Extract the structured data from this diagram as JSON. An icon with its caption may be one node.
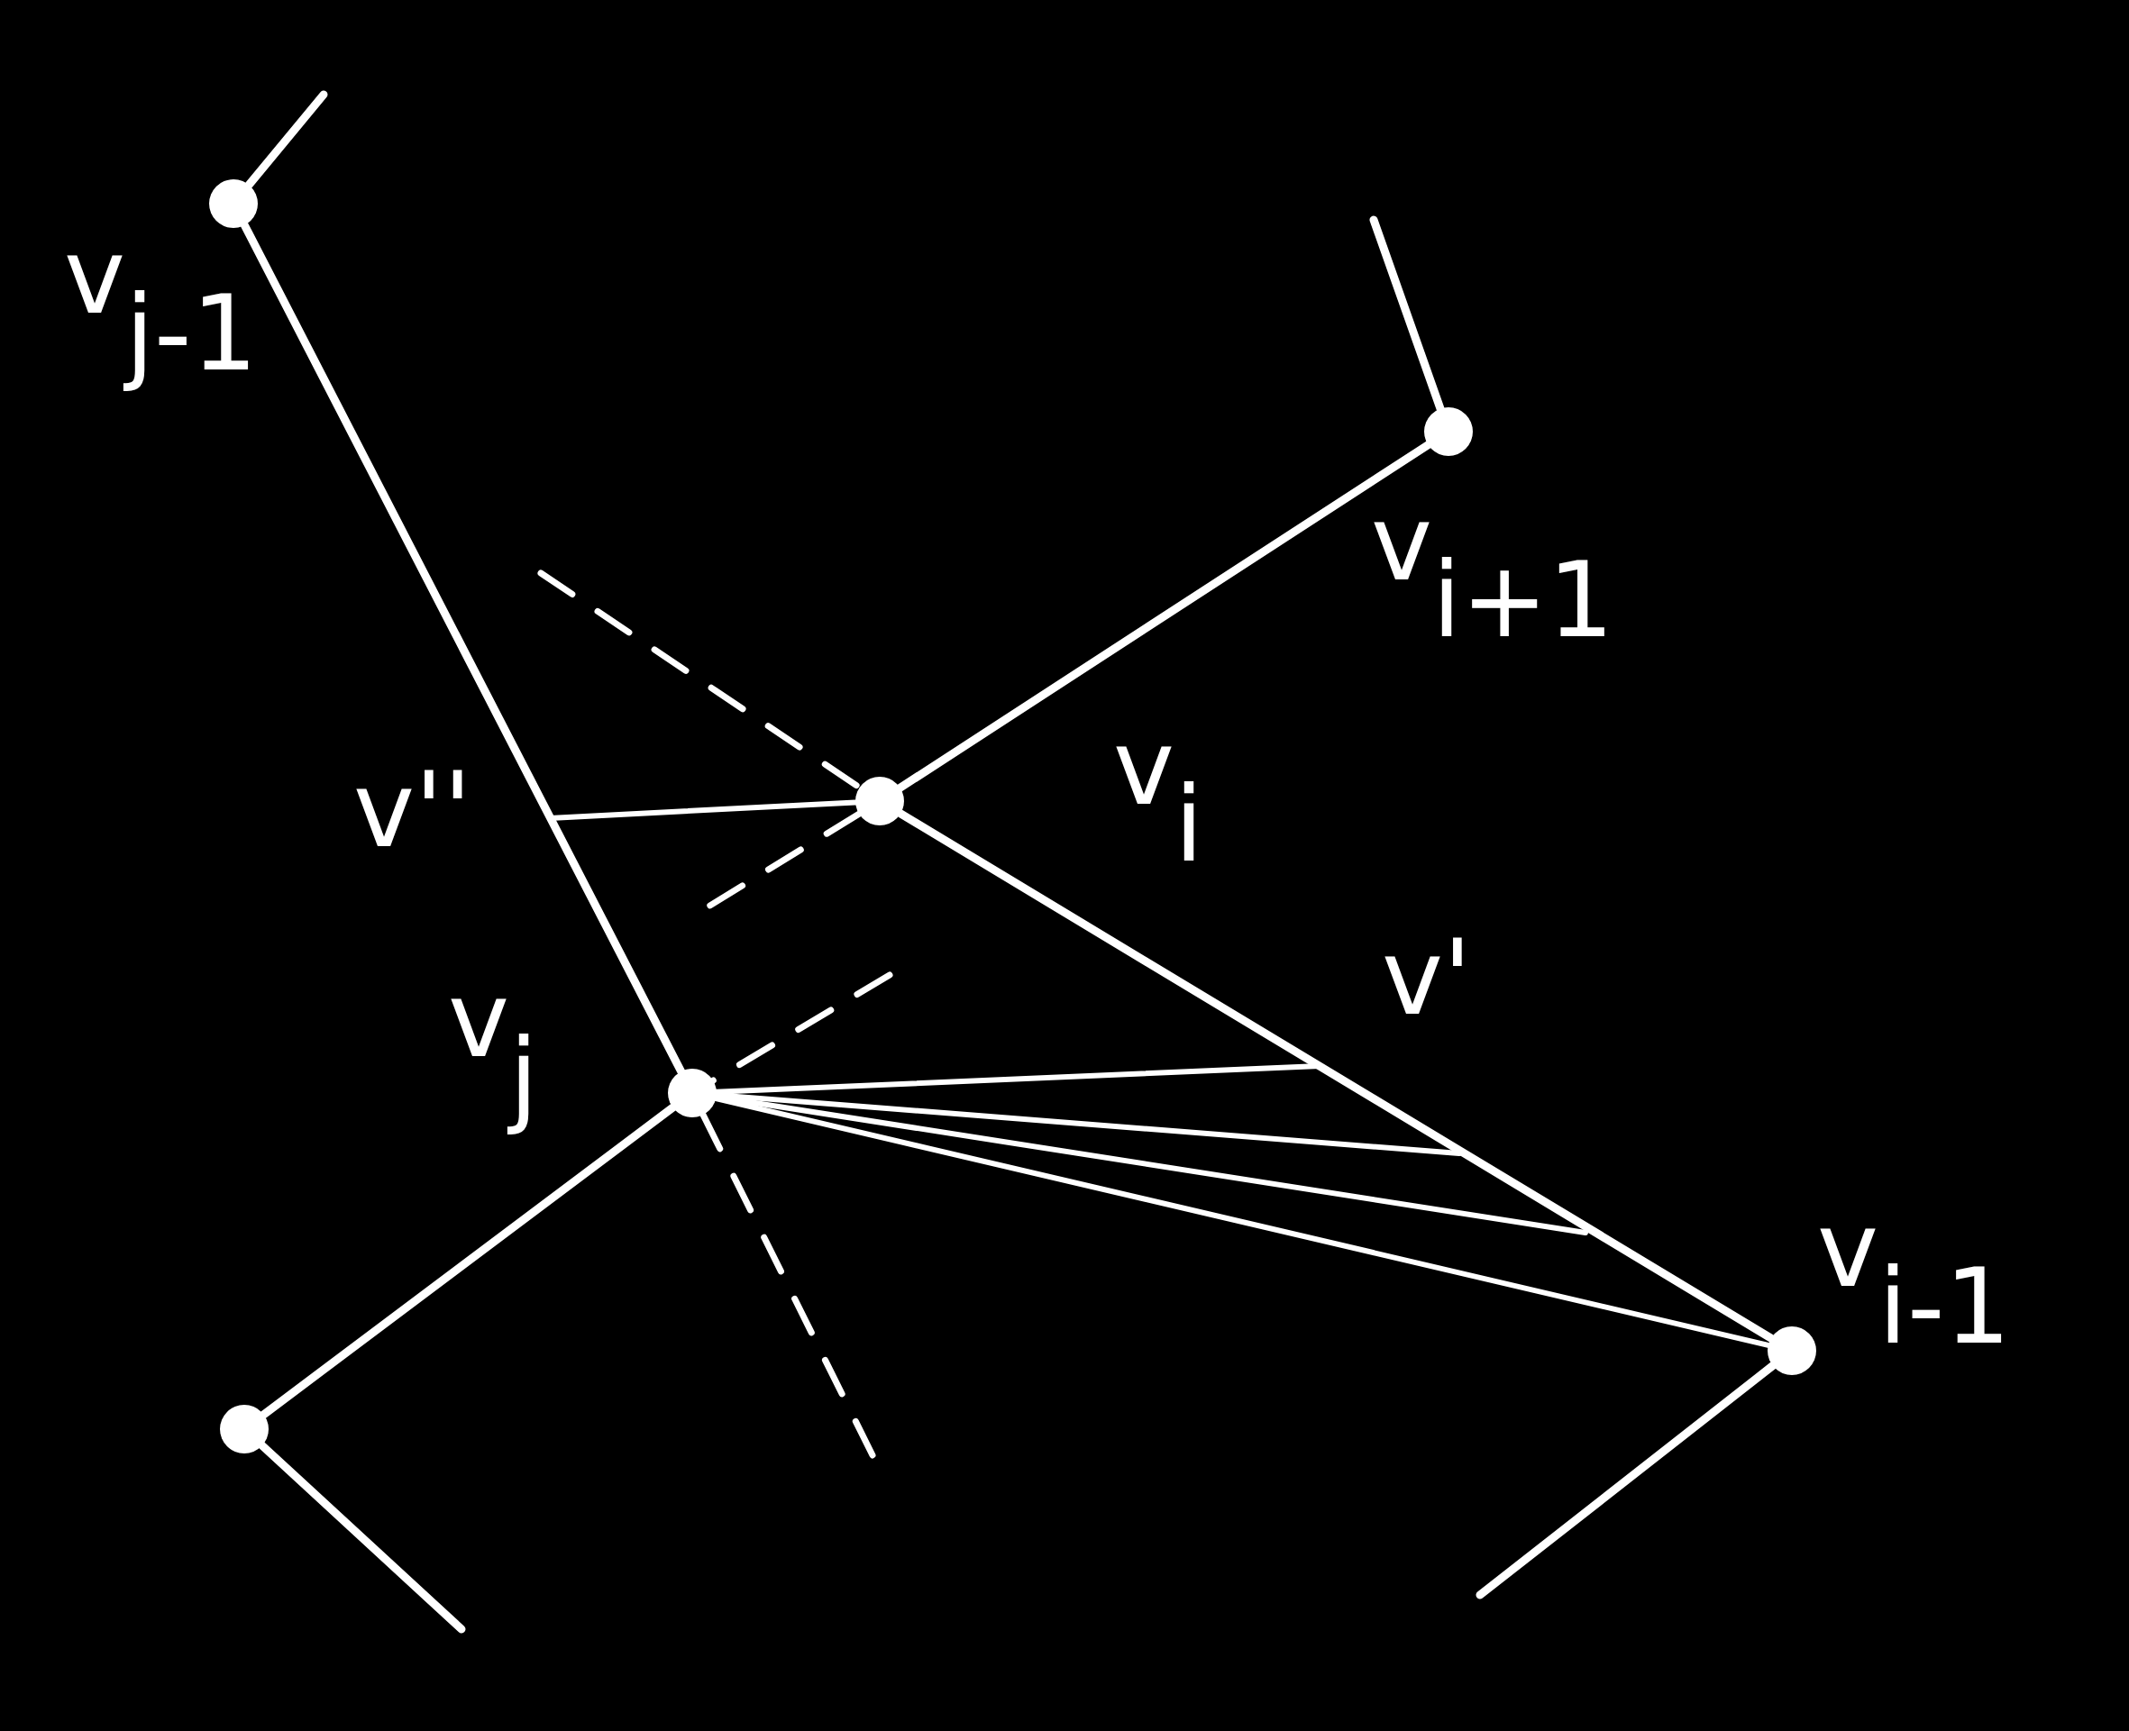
{
  "diagram": {
    "nodes": [
      {
        "text": [],
        "shape": "circle",
        "beside": [
          "v$_{j-1}$"
        ]
      },
      {
        "text": [],
        "shape": "circle",
        "beside": [
          "v$_{i+1}$"
        ]
      },
      {
        "text": [],
        "shape": "circle",
        "beside": [
          "v$_{i}$"
        ]
      },
      {
        "text": [],
        "shape": "circle",
        "beside": [
          "v$_{j}$"
        ]
      },
      {
        "text": [],
        "shape": "circle"
      },
      {
        "text": [],
        "shape": "circle",
        "beside": [
          "v$_{i-1}$"
        ]
      }
    ],
    "edges": [
      {
        "from": null,
        "to": 0,
        "arrow": "none"
      },
      {
        "from": 0,
        "to": 3,
        "arrow": "none"
      },
      {
        "from": null,
        "to": 1,
        "arrow": "none"
      },
      {
        "from": 1,
        "to": 2,
        "arrow": "none"
      },
      {
        "from": 2,
        "to": 5,
        "arrow": "none"
      },
      {
        "from": 3,
        "to": 4,
        "arrow": "none"
      },
      {
        "from": 4,
        "to": null,
        "arrow": "none"
      },
      {
        "from": 5,
        "to": null,
        "arrow": "none"
      },
      {
        "from": 2,
        "to": null,
        "arrow": "none"
      },
      {
        "from": 3,
        "to": null,
        "arrow": "none"
      },
      {
        "from": 3,
        "to": null,
        "arrow": "none"
      },
      {
        "from": 3,
        "to": null,
        "arrow": "none"
      },
      {
        "from": 3,
        "to": 5,
        "arrow": "none"
      },
      {
        "from": null,
        "to": 2,
        "arrow": "none",
        "style": "dashed"
      },
      {
        "from": 2,
        "to": null,
        "arrow": "none",
        "style": "dashed"
      },
      {
        "from": null,
        "to": 3,
        "arrow": "none",
        "style": "dashed"
      },
      {
        "from": 3,
        "to": null,
        "arrow": "none",
        "style": "dashed"
      }
    ],
    "labels": [
      "v''",
      "v'"
    ]
  }
}
